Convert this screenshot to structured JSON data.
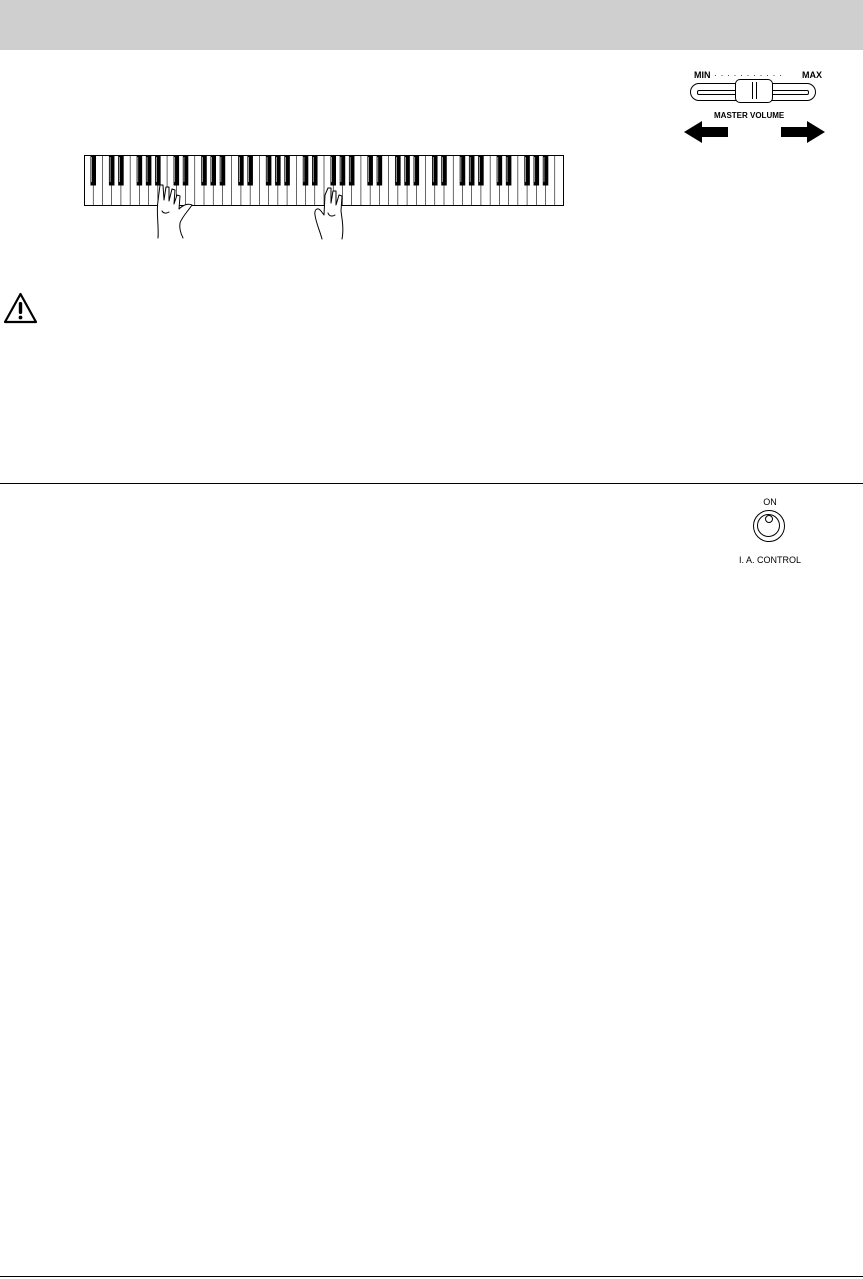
{
  "volume": {
    "min_label": "MIN",
    "max_label": "MAX",
    "dots": "· · · · · · · · · · ·",
    "name": "MASTER VOLUME"
  },
  "control": {
    "on_label": "ON",
    "name": "I. A. CONTROL"
  },
  "icons": {
    "caution": "caution-triangle-icon",
    "arrow_left": "arrow-left-icon",
    "arrow_right": "arrow-right-icon"
  },
  "colors": {
    "header_bar": "#cfcfcf",
    "ink": "#000000",
    "paper": "#ffffff"
  }
}
